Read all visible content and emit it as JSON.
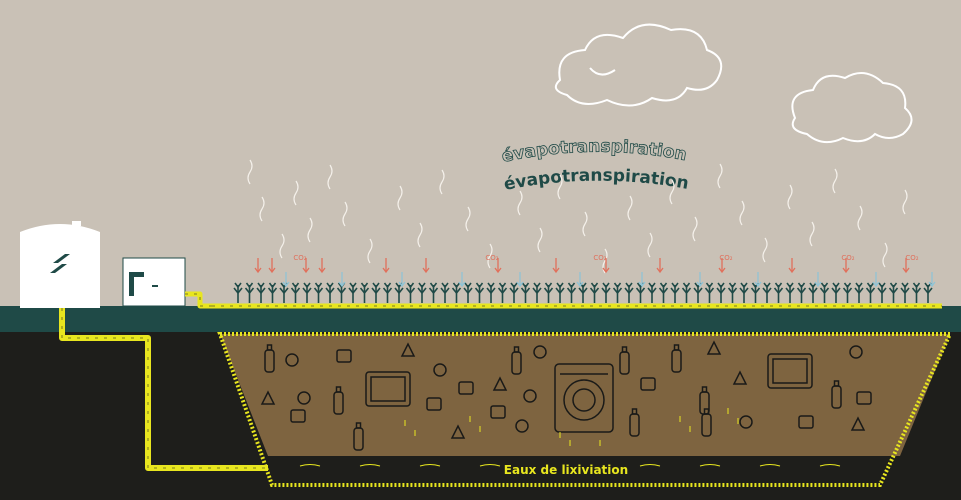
{
  "labels": {
    "evapotranspiration_outline": "évapotranspiration",
    "evapotranspiration_solid": "évapotranspiration",
    "co2": "CO₂",
    "leachate": "Eaux de lixiviation"
  },
  "colors": {
    "sky": "#c9c1b6",
    "grass": "#1f4a47",
    "ground": "#1e1e1b",
    "landfill": "#7e6440",
    "pipe": "#e8e61f",
    "plant": "#1f4a47",
    "water_arrow": "#8fc4d6",
    "co2_arrow": "#e0705c",
    "tank": "#ffffff"
  },
  "icons": [
    "tank-logo-icon",
    "treatment-unit-logo-icon",
    "cloud-icon",
    "plant-icon",
    "waste-icon",
    "washing-machine-icon",
    "tv-icon"
  ]
}
